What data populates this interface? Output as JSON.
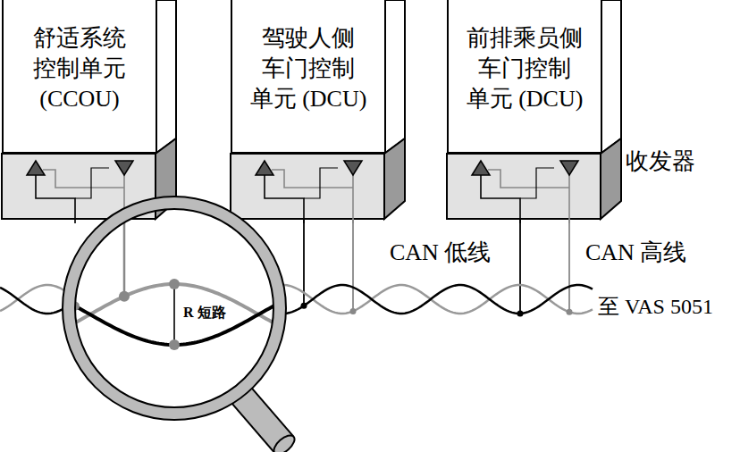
{
  "diagram": {
    "nodes": [
      {
        "text": [
          "舒适系统 控制单元 (CCOU)"
        ]
      },
      {
        "text": [
          "驾驶人侧 车门控制 单元 (DCU)"
        ]
      },
      {
        "text": [
          "前排乘员侧 车门控制 单元 (DCU)"
        ]
      }
    ],
    "labels": [
      "收发器",
      "CAN 低线",
      "CAN 高线",
      "至 VAS 5051",
      "R 短路"
    ]
  }
}
